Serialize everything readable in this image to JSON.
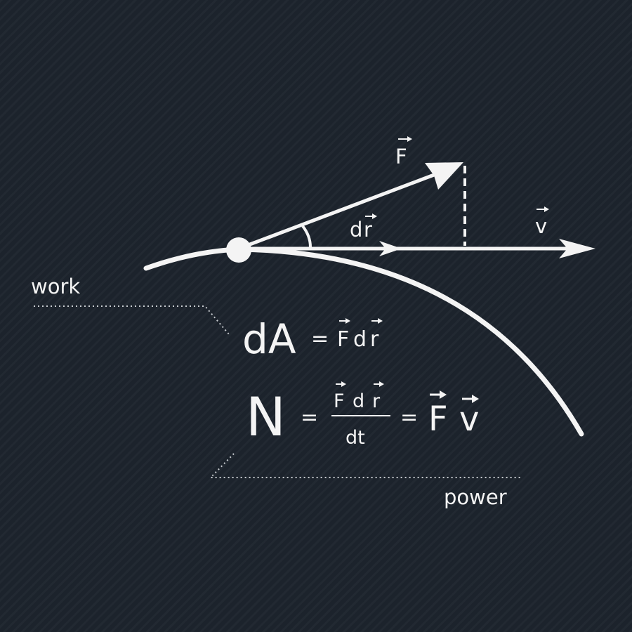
{
  "labels": {
    "work": "work",
    "power": "power"
  },
  "vectors": {
    "force": "F",
    "velocity": "v",
    "displacement_d": "d",
    "displacement_r": "r"
  },
  "work_formula": {
    "lhs": "dA",
    "equals": "=",
    "rhs_force": "F",
    "rhs_d": "d",
    "rhs_r": "r"
  },
  "power_formula": {
    "lhs": "N",
    "equals_1": "=",
    "numerator_force": "F",
    "numerator_d": "d",
    "numerator_r": "r",
    "denominator": "dt",
    "equals_2": "=",
    "result_force": "F",
    "result_velocity": "v"
  },
  "colors": {
    "background": "#1c232c",
    "foreground": "#f4f4f4",
    "dotted_guides": "#c8ccd0"
  }
}
